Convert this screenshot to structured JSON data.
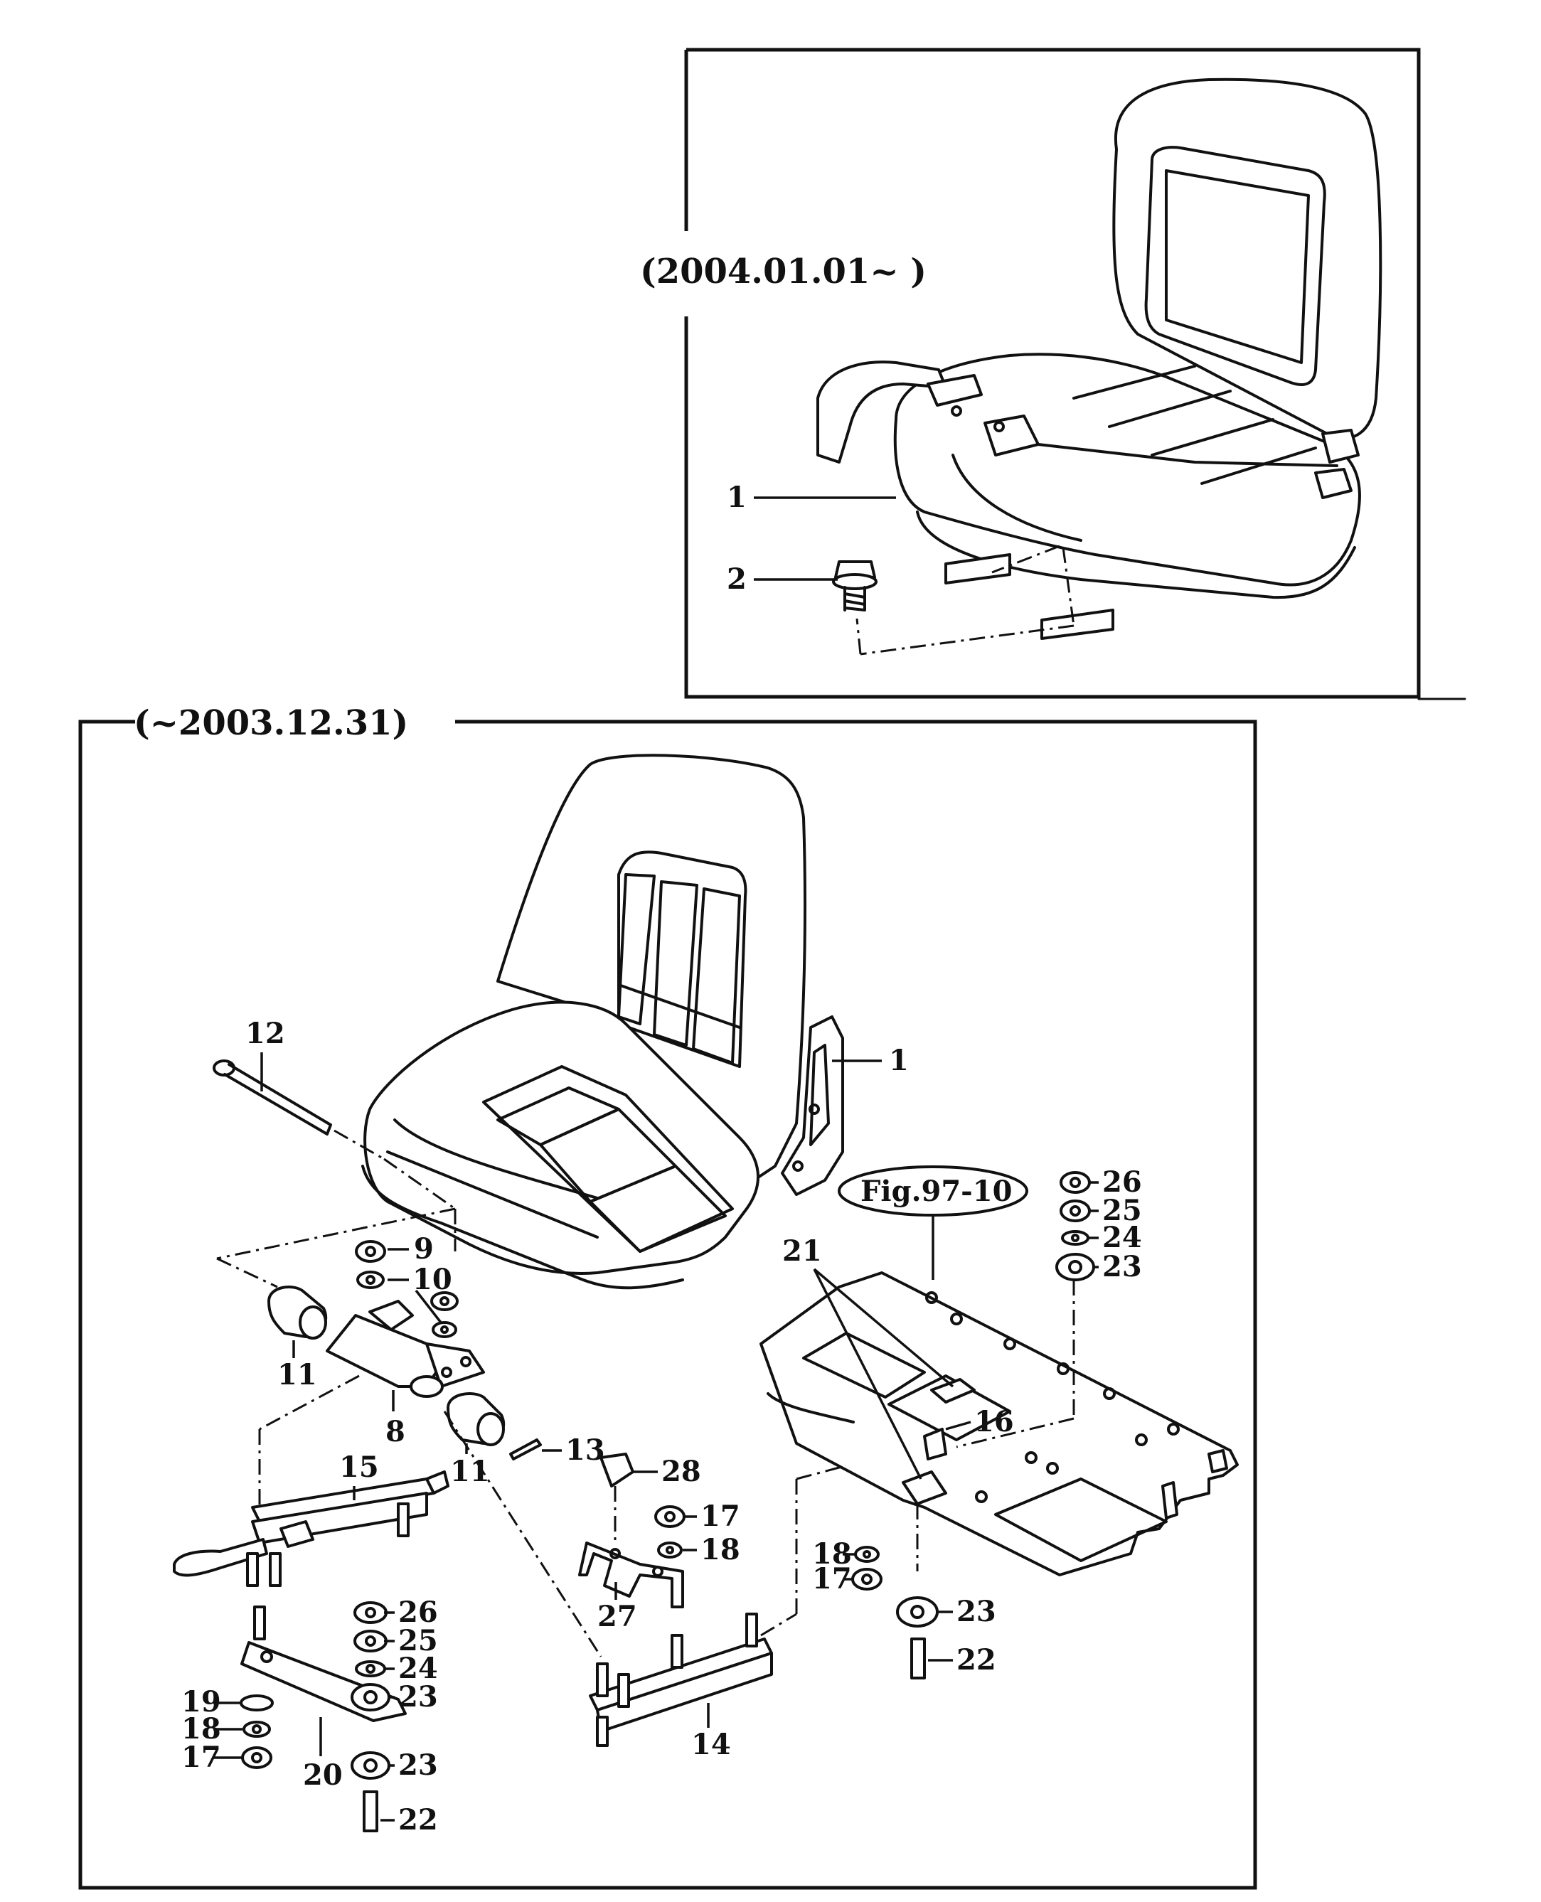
{
  "panels": {
    "new_seat": {
      "date_range": "(2004.01.01~ )"
    },
    "old_seat": {
      "date_range": "(~2003.12.31)"
    }
  },
  "figure_reference": "Fig.97-10",
  "callouts_new": {
    "seat": "1",
    "bolt": "2"
  },
  "callouts_old": {
    "seat": "1",
    "bracket": "8",
    "nut_9": "9",
    "washer_10": "10",
    "bushing_11a": "11",
    "bushing_11b": "11",
    "pin_12": "12",
    "pin_13": "13",
    "rail_14": "14",
    "rail_15": "15",
    "bracket_16": "16",
    "nut_17a": "17",
    "nut_17b": "17",
    "nut_17c": "17",
    "washer_18a": "18",
    "washer_18b": "18",
    "washer_18c": "18",
    "washer_19": "19",
    "plate_20": "20",
    "bracket_21": "21",
    "stud_22a": "22",
    "stud_22b": "22",
    "mount_23a": "23",
    "mount_23b": "23",
    "mount_23c": "23",
    "mount_23d": "23",
    "washer_24a": "24",
    "washer_24b": "24",
    "nut_25a": "25",
    "nut_25b": "25",
    "nut_26a": "26",
    "nut_26b": "26",
    "bracket_27": "27",
    "cap_28": "28"
  }
}
